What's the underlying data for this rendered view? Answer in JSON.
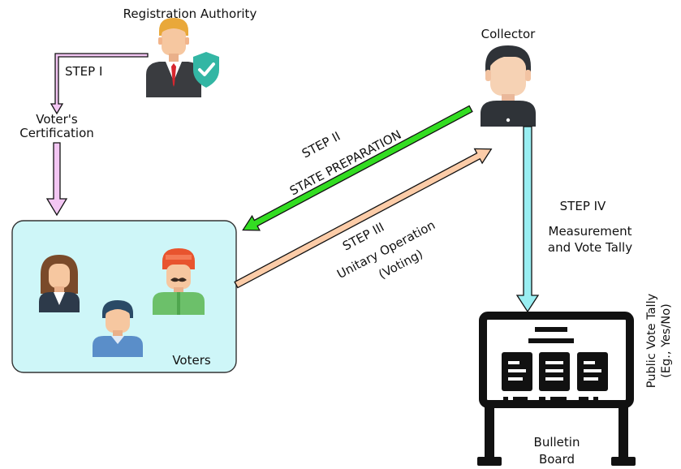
{
  "registration_authority": {
    "label": "Registration Authority",
    "icon": "official-with-shield-icon"
  },
  "collector": {
    "label": "Collector",
    "icon": "collector-person-icon"
  },
  "step1": {
    "label": "STEP I"
  },
  "voter_certification": {
    "line1": "Voter's",
    "line2": "Certification"
  },
  "step2": {
    "label": "STEP II",
    "sublabel": "STATE PREPARATION"
  },
  "step3": {
    "label": "STEP III",
    "sublabel_line1": "Unitary Operation",
    "sublabel_line2": "(Voting)"
  },
  "step4": {
    "label": "STEP IV",
    "sublabel_line1": "Measurement",
    "sublabel_line2": "and Vote Tally"
  },
  "voters": {
    "label": "Voters",
    "icons": [
      "woman-voter-icon",
      "boy-voter-icon",
      "turban-man-voter-icon"
    ]
  },
  "public_tally": {
    "line1": "Public Vote Tally",
    "line2": "(Eg., Yes/No)"
  },
  "bulletin_board": {
    "line1": "Bulletin",
    "line2": "Board",
    "icon": "bulletin-board-icon"
  },
  "colors": {
    "step1_arrow": "#f3c6f3",
    "step2_arrow": "#33dd22",
    "step3_arrow": "#fccca8",
    "step4_arrow": "#99eef2",
    "voters_box": "#cef6f8"
  }
}
